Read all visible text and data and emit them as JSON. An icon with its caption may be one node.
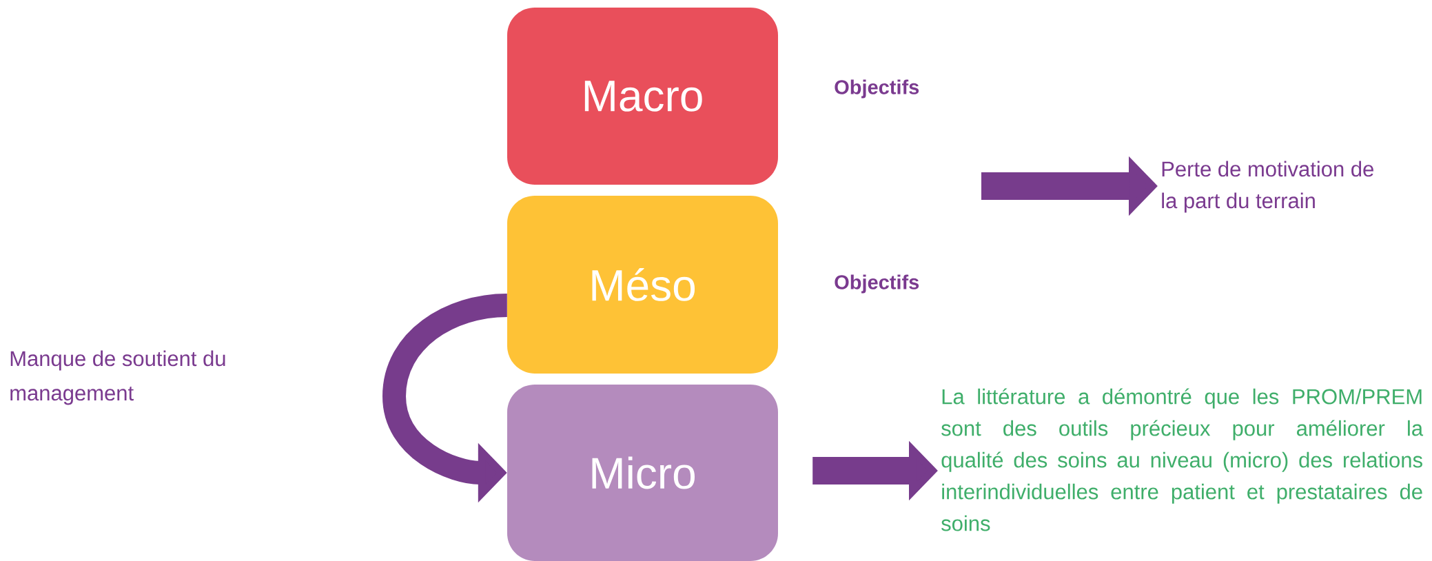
{
  "diagram": {
    "nodes": [
      {
        "text": [
          "Macro"
        ]
      },
      {
        "text": [
          "Méso"
        ]
      },
      {
        "text": [
          "Micro"
        ]
      },
      {
        "text": [
          "Perte de motivation de la part du terrain"
        ]
      },
      {
        "text": [
          "La littérature a démontré que les PROM/PREM sont des outils précieux pour améliorer la qualité des soins au niveau (micro) des relations interindividuelles entre patient et prestataires de soins"
        ]
      }
    ],
    "edges": [
      {
        "from": 1,
        "to": 2,
        "arrow": "to"
      },
      {
        "from": null,
        "to": 3,
        "arrow": "to"
      },
      {
        "from": 2,
        "to": 4,
        "arrow": "to"
      }
    ],
    "labels": [
      "Objectifs",
      "Objectifs",
      "Manque de soutient du management"
    ]
  }
}
